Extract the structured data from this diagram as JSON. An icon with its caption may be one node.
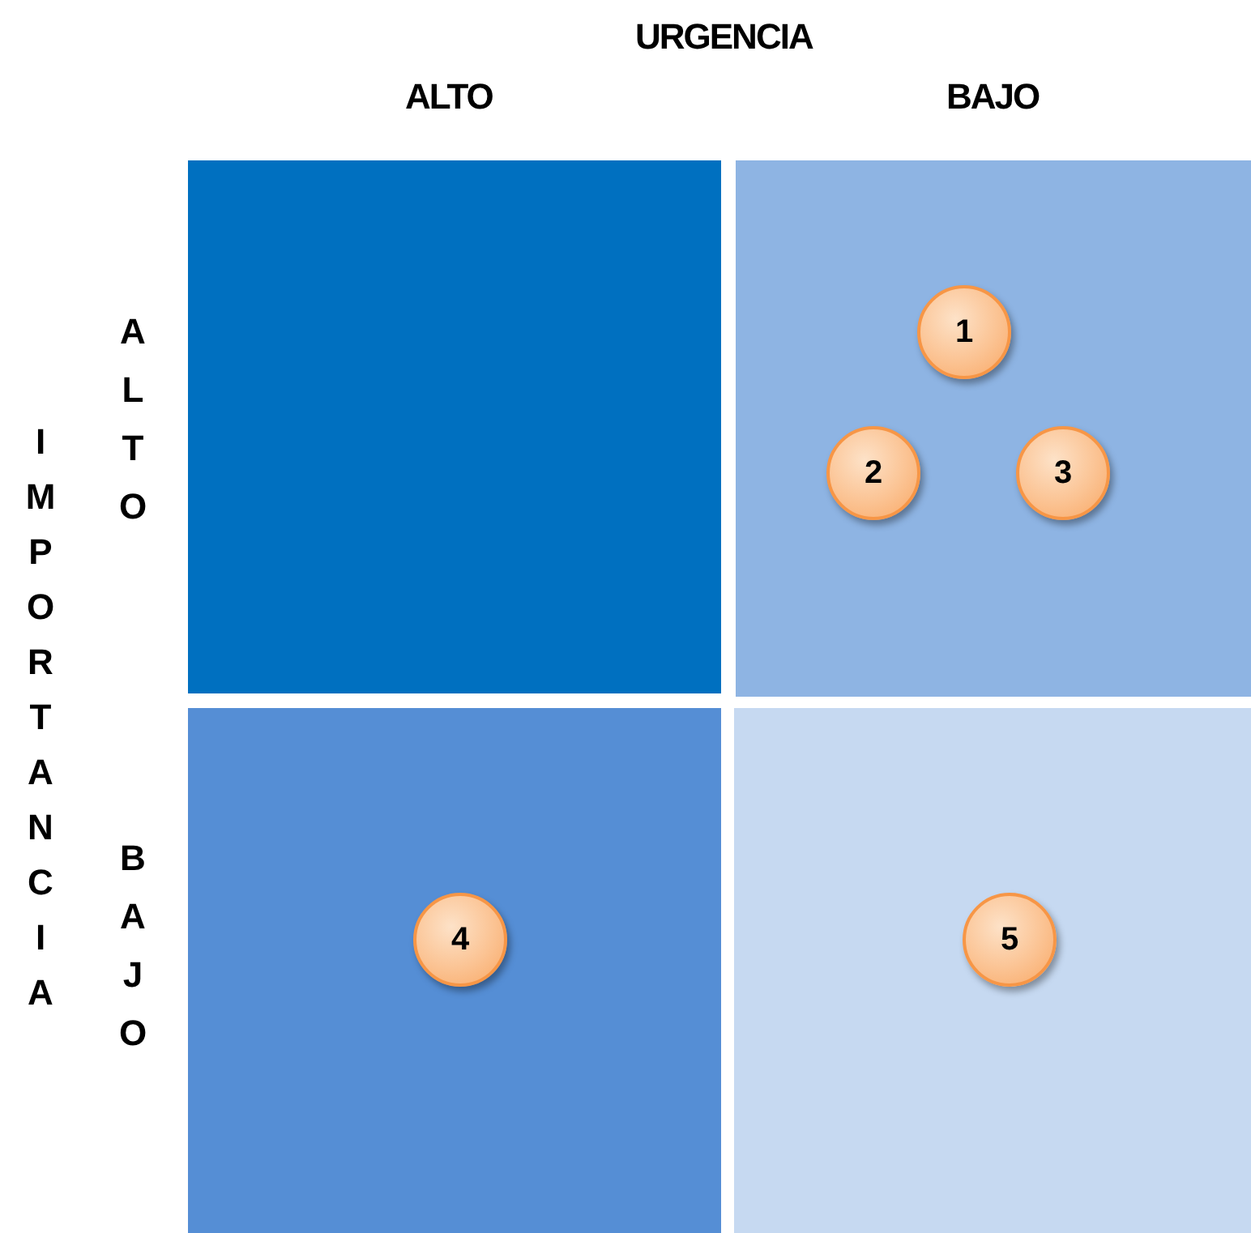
{
  "diagram": {
    "nodes": [
      {
        "text": [],
        "shape": "box"
      },
      {
        "text": [],
        "shape": "box"
      },
      {
        "text": [
          "1"
        ],
        "in": 1
      },
      {
        "text": [
          "2"
        ],
        "in": 1
      },
      {
        "text": [
          "3"
        ],
        "in": 1
      },
      {
        "text": [],
        "shape": "box"
      },
      {
        "text": [
          "4"
        ],
        "in": 5
      },
      {
        "text": [],
        "shape": "box"
      },
      {
        "text": [
          "5"
        ],
        "in": 7
      }
    ],
    "edges": [],
    "labels": [
      "URGENCIA",
      "ALTO",
      "BAJO",
      "IMPORTANCIA",
      "ALTO",
      "BAJO"
    ]
  }
}
